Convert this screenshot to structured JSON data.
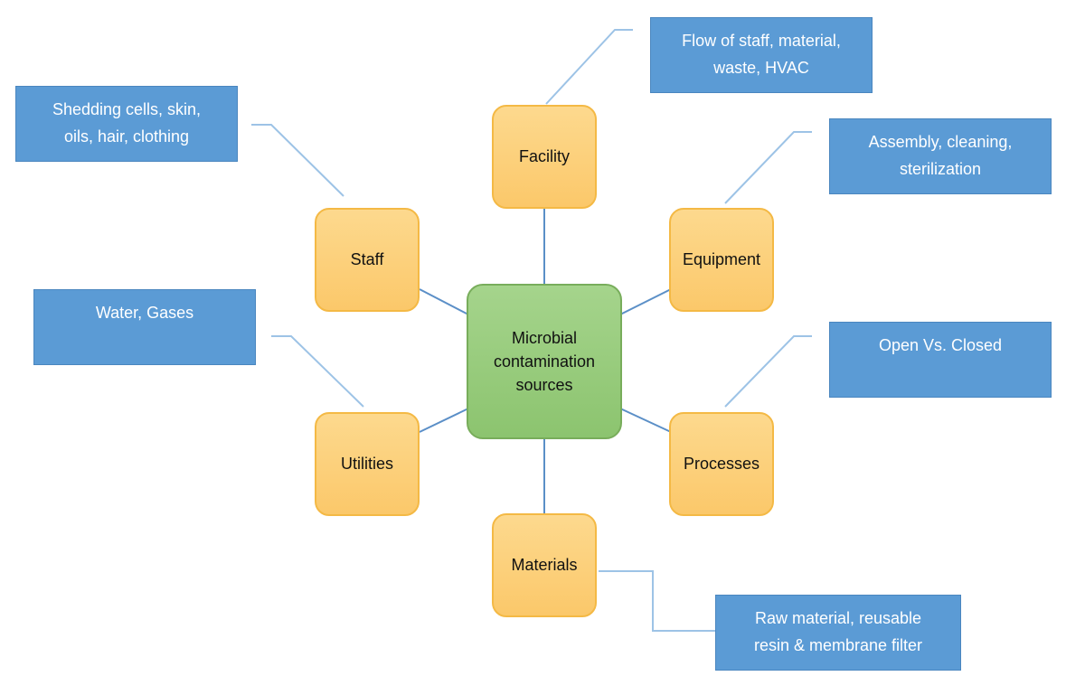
{
  "center": {
    "line1": "Microbial",
    "line2": "contamination",
    "line3": "sources"
  },
  "nodes": {
    "facility": "Facility",
    "staff": "Staff",
    "equipment": "Equipment",
    "utilities": "Utilities",
    "processes": "Processes",
    "materials": "Materials"
  },
  "notes": {
    "facility": [
      "Flow of staff, material,",
      "waste, HVAC"
    ],
    "staff": [
      "Shedding cells, skin,",
      "oils, hair, clothing"
    ],
    "equipment": [
      "Assembly, cleaning,",
      "sterilization"
    ],
    "utilities": [
      "Water, Gases"
    ],
    "processes": [
      "Open Vs. Closed"
    ],
    "materials": [
      "Raw material, reusable",
      "resin & membrane filter"
    ]
  },
  "colors": {
    "center_fill": "#8cc46f",
    "node_fill": "#fbc86a",
    "note_fill": "#5b9bd5",
    "center_connector": "#5b8fc7",
    "note_connector": "#9dc3e6"
  }
}
